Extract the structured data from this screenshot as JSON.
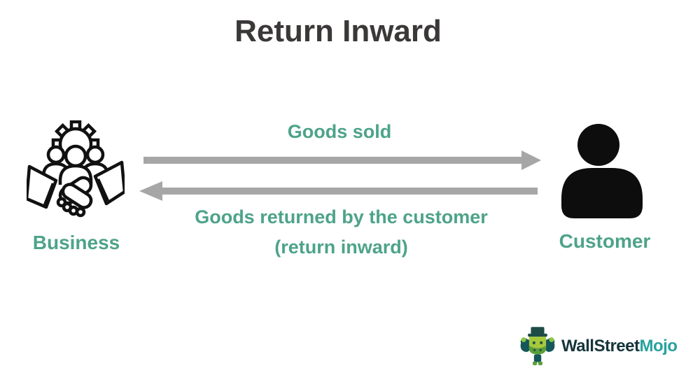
{
  "title": "Return Inward",
  "colors": {
    "accent_teal": "#4da389",
    "arrow_gray": "#a6a6a6",
    "title_dark": "#3b3838",
    "icon_black": "#0d0d0d",
    "logo_dark": "#16353b",
    "logo_teal": "#27a29d"
  },
  "diagram": {
    "left_entity": {
      "label": "Business",
      "icon": "business-handshake-icon"
    },
    "right_entity": {
      "label": "Customer",
      "icon": "customer-person-icon"
    },
    "flows": [
      {
        "label": "Goods sold",
        "direction": "right",
        "from": "Business",
        "to": "Customer"
      },
      {
        "label": "Goods returned by the customer",
        "sublabel": "(return inward)",
        "direction": "left",
        "from": "Customer",
        "to": "Business"
      }
    ]
  },
  "logo": {
    "brand_primary": "WallStreet",
    "brand_secondary": "Mojo",
    "icon": "wallstreetmojo-mascot-icon"
  }
}
